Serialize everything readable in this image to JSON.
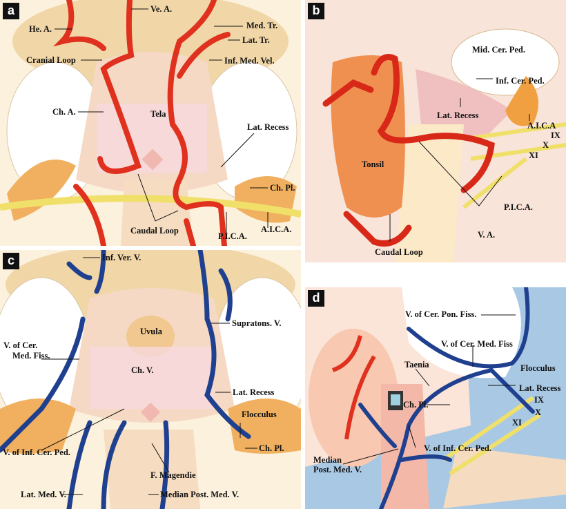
{
  "panels": {
    "a": {
      "letter": "a",
      "labels": [
        "Ve. A.",
        "He. A.",
        "Med. Tr.",
        "Lat. Tr.",
        "Cranial Loop",
        "Inf. Med. Vel.",
        "Ch. A.",
        "Tela",
        "Lat. Recess",
        "Ch. Pl.",
        "Caudal Loop",
        "P.I.C.A.",
        "A.I.C.A."
      ]
    },
    "b": {
      "letter": "b",
      "labels": [
        "Mid. Cer. Ped.",
        "Inf. Cer. Ped.",
        "Lat. Recess",
        "A.I.C.A",
        "IX",
        "X",
        "XI",
        "Tonsil",
        "P.I.C.A.",
        "V. A.",
        "Caudal Loop"
      ]
    },
    "c": {
      "letter": "c",
      "labels": [
        "Inf. Ver. V.",
        "Uvula",
        "Supratons. V.",
        "V. of Cer.",
        "Med. Fiss.",
        "Ch. V.",
        "Lat. Recess",
        "Flocculus",
        "Ch. Pl.",
        "V. of Inf. Cer. Ped.",
        "F. Magendie",
        "Lat. Med. V.",
        "Median Post. Med. V."
      ]
    },
    "d": {
      "letter": "d",
      "labels": [
        "V. of Cer. Pon. Fiss.",
        "V. of Cer. Med. Fiss",
        "Taenia",
        "Flocculus",
        "Lat. Recess",
        "Ch. Pl.",
        "IX",
        "X",
        "XI",
        "V. of Inf. Cer. Ped.",
        "Median",
        "Post. Med. V."
      ]
    }
  },
  "colors": {
    "artery": "#e0301e",
    "vein": "#1f3f8f",
    "tissue": "#f3d3a8",
    "nerve": "#f0e06a",
    "background_d": "#a9c8e4"
  }
}
